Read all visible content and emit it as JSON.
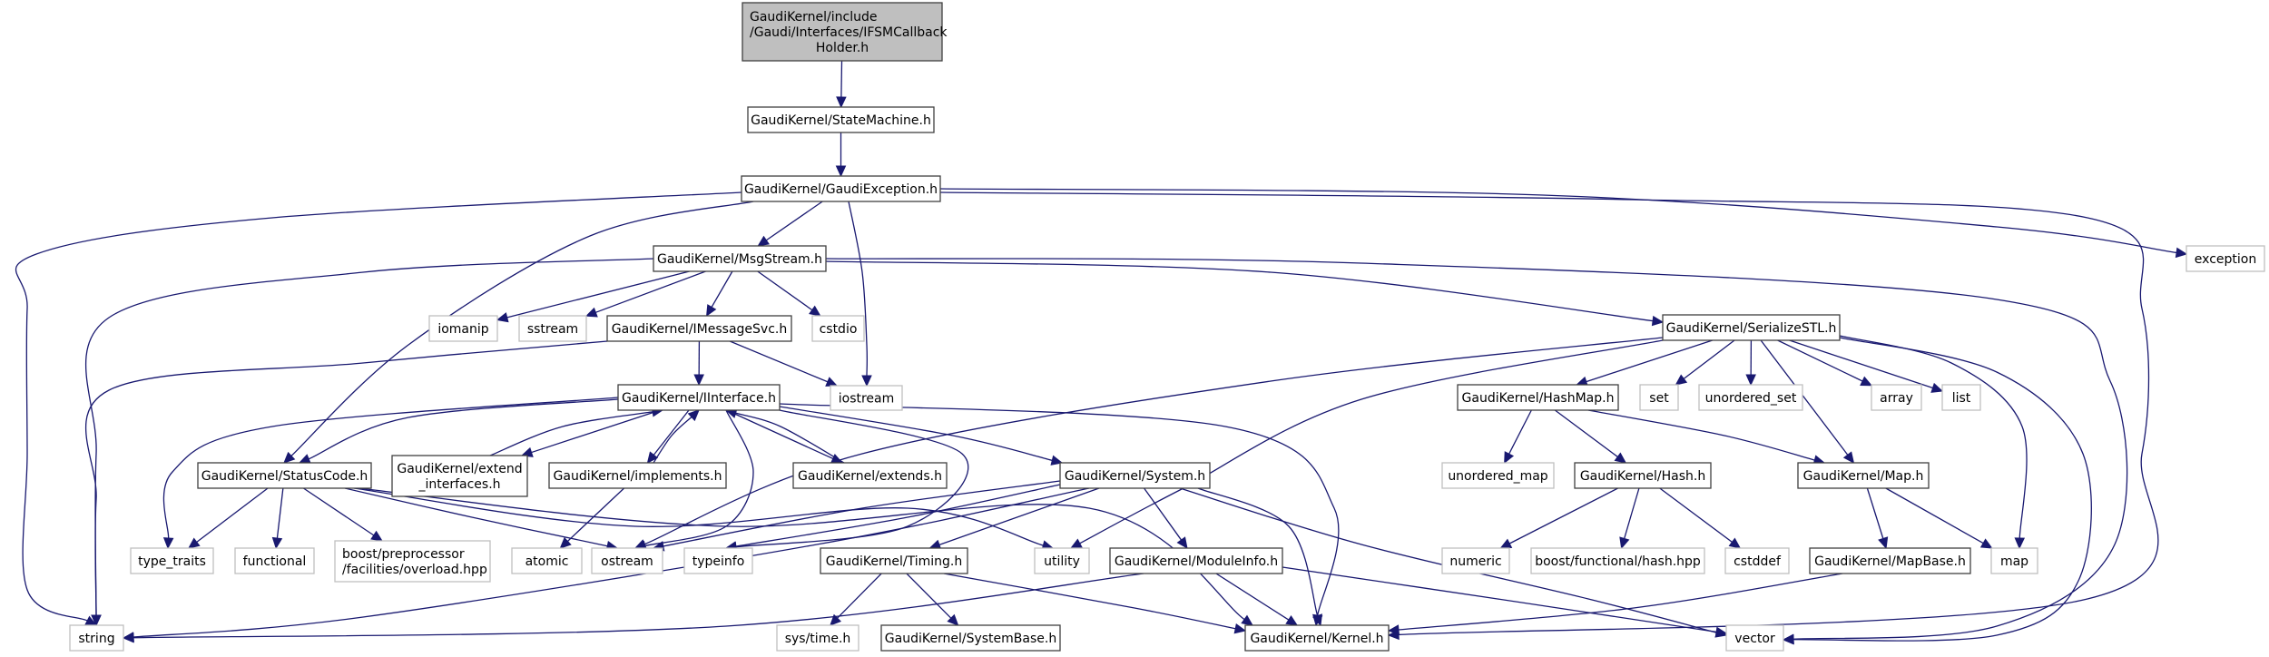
{
  "diagram": {
    "type": "include-dependency-graph",
    "colors": {
      "edge": "#191970",
      "root_fill": "#bfbfbf",
      "root_border": "#404040",
      "project_border": "#404040",
      "project_fill": "#ffffff",
      "system_border": "#bfbfbf",
      "system_fill": "#ffffff"
    },
    "nodes": [
      {
        "id": "root",
        "kind": "root",
        "lines": [
          "GaudiKernel/include",
          "/Gaudi/Interfaces/IFSMCallback",
          "Holder.h"
        ]
      },
      {
        "id": "statemachine",
        "kind": "project",
        "lines": [
          "GaudiKernel/StateMachine.h"
        ]
      },
      {
        "id": "gaudiexception",
        "kind": "project",
        "lines": [
          "GaudiKernel/GaudiException.h"
        ]
      },
      {
        "id": "exception",
        "kind": "system",
        "lines": [
          "exception"
        ]
      },
      {
        "id": "msgstream",
        "kind": "project",
        "lines": [
          "GaudiKernel/MsgStream.h"
        ]
      },
      {
        "id": "iomanip",
        "kind": "system",
        "lines": [
          "iomanip"
        ]
      },
      {
        "id": "sstream",
        "kind": "system",
        "lines": [
          "sstream"
        ]
      },
      {
        "id": "imessagesvc",
        "kind": "project",
        "lines": [
          "GaudiKernel/IMessageSvc.h"
        ]
      },
      {
        "id": "cstdio",
        "kind": "system",
        "lines": [
          "cstdio"
        ]
      },
      {
        "id": "serializestl",
        "kind": "project",
        "lines": [
          "GaudiKernel/SerializeSTL.h"
        ]
      },
      {
        "id": "iostream",
        "kind": "system",
        "lines": [
          "iostream"
        ]
      },
      {
        "id": "iinterface",
        "kind": "project",
        "lines": [
          "GaudiKernel/IInterface.h"
        ]
      },
      {
        "id": "hashmap",
        "kind": "project",
        "lines": [
          "GaudiKernel/HashMap.h"
        ]
      },
      {
        "id": "set",
        "kind": "system",
        "lines": [
          "set"
        ]
      },
      {
        "id": "unordered_set",
        "kind": "system",
        "lines": [
          "unordered_set"
        ]
      },
      {
        "id": "array",
        "kind": "system",
        "lines": [
          "array"
        ]
      },
      {
        "id": "list",
        "kind": "system",
        "lines": [
          "list"
        ]
      },
      {
        "id": "statuscode",
        "kind": "project",
        "lines": [
          "GaudiKernel/StatusCode.h"
        ]
      },
      {
        "id": "extend_interfaces",
        "kind": "project",
        "lines": [
          "GaudiKernel/extend",
          "_interfaces.h"
        ]
      },
      {
        "id": "implements",
        "kind": "project",
        "lines": [
          "GaudiKernel/implements.h"
        ]
      },
      {
        "id": "extends",
        "kind": "project",
        "lines": [
          "GaudiKernel/extends.h"
        ]
      },
      {
        "id": "system",
        "kind": "project",
        "lines": [
          "GaudiKernel/System.h"
        ]
      },
      {
        "id": "unordered_map",
        "kind": "system",
        "lines": [
          "unordered_map"
        ]
      },
      {
        "id": "hash",
        "kind": "project",
        "lines": [
          "GaudiKernel/Hash.h"
        ]
      },
      {
        "id": "map_h",
        "kind": "project",
        "lines": [
          "GaudiKernel/Map.h"
        ]
      },
      {
        "id": "type_traits",
        "kind": "system",
        "lines": [
          "type_traits"
        ]
      },
      {
        "id": "functional",
        "kind": "system",
        "lines": [
          "functional"
        ]
      },
      {
        "id": "boost_overload",
        "kind": "system",
        "lines": [
          "boost/preprocessor",
          "/facilities/overload.hpp"
        ]
      },
      {
        "id": "atomic",
        "kind": "system",
        "lines": [
          "atomic"
        ]
      },
      {
        "id": "ostream",
        "kind": "system",
        "lines": [
          "ostream"
        ]
      },
      {
        "id": "typeinfo",
        "kind": "system",
        "lines": [
          "typeinfo"
        ]
      },
      {
        "id": "timing",
        "kind": "project",
        "lines": [
          "GaudiKernel/Timing.h"
        ]
      },
      {
        "id": "utility",
        "kind": "system",
        "lines": [
          "utility"
        ]
      },
      {
        "id": "moduleinfo",
        "kind": "project",
        "lines": [
          "GaudiKernel/ModuleInfo.h"
        ]
      },
      {
        "id": "numeric",
        "kind": "system",
        "lines": [
          "numeric"
        ]
      },
      {
        "id": "boost_hash",
        "kind": "system",
        "lines": [
          "boost/functional/hash.hpp"
        ]
      },
      {
        "id": "cstddef",
        "kind": "system",
        "lines": [
          "cstddef"
        ]
      },
      {
        "id": "mapbase",
        "kind": "project",
        "lines": [
          "GaudiKernel/MapBase.h"
        ]
      },
      {
        "id": "map",
        "kind": "system",
        "lines": [
          "map"
        ]
      },
      {
        "id": "string",
        "kind": "system",
        "lines": [
          "string"
        ]
      },
      {
        "id": "sys_time",
        "kind": "system",
        "lines": [
          "sys/time.h"
        ]
      },
      {
        "id": "systembase",
        "kind": "project",
        "lines": [
          "GaudiKernel/SystemBase.h"
        ]
      },
      {
        "id": "kernel",
        "kind": "project",
        "lines": [
          "GaudiKernel/Kernel.h"
        ]
      },
      {
        "id": "vector",
        "kind": "system",
        "lines": [
          "vector"
        ]
      }
    ],
    "edges": [
      [
        "root",
        "statemachine"
      ],
      [
        "statemachine",
        "gaudiexception"
      ],
      [
        "gaudiexception",
        "msgstream"
      ],
      [
        "gaudiexception",
        "string"
      ],
      [
        "gaudiexception",
        "statuscode"
      ],
      [
        "gaudiexception",
        "iostream"
      ],
      [
        "gaudiexception",
        "exception"
      ],
      [
        "gaudiexception",
        "kernel"
      ],
      [
        "msgstream",
        "iomanip"
      ],
      [
        "msgstream",
        "sstream"
      ],
      [
        "msgstream",
        "imessagesvc"
      ],
      [
        "msgstream",
        "cstdio"
      ],
      [
        "msgstream",
        "serializestl"
      ],
      [
        "msgstream",
        "string"
      ],
      [
        "msgstream",
        "vector"
      ],
      [
        "imessagesvc",
        "iinterface"
      ],
      [
        "imessagesvc",
        "iostream"
      ],
      [
        "imessagesvc",
        "string"
      ],
      [
        "serializestl",
        "hashmap"
      ],
      [
        "serializestl",
        "set"
      ],
      [
        "serializestl",
        "unordered_set"
      ],
      [
        "serializestl",
        "array"
      ],
      [
        "serializestl",
        "list"
      ],
      [
        "serializestl",
        "map_h"
      ],
      [
        "serializestl",
        "map"
      ],
      [
        "serializestl",
        "vector"
      ],
      [
        "serializestl",
        "ostream"
      ],
      [
        "serializestl",
        "utility"
      ],
      [
        "iinterface",
        "statuscode"
      ],
      [
        "iinterface",
        "extend_interfaces"
      ],
      [
        "iinterface",
        "implements"
      ],
      [
        "iinterface",
        "extends"
      ],
      [
        "iinterface",
        "system"
      ],
      [
        "iinterface",
        "type_traits"
      ],
      [
        "iinterface",
        "ostream"
      ],
      [
        "iinterface",
        "typeinfo"
      ],
      [
        "iinterface",
        "kernel"
      ],
      [
        "extend_interfaces",
        "iinterface"
      ],
      [
        "implements",
        "iinterface"
      ],
      [
        "implements",
        "atomic"
      ],
      [
        "extends",
        "iinterface"
      ],
      [
        "statuscode",
        "type_traits"
      ],
      [
        "statuscode",
        "functional"
      ],
      [
        "statuscode",
        "boost_overload"
      ],
      [
        "statuscode",
        "ostream"
      ],
      [
        "statuscode",
        "utility"
      ],
      [
        "statuscode",
        "kernel"
      ],
      [
        "system",
        "ostream"
      ],
      [
        "system",
        "typeinfo"
      ],
      [
        "system",
        "timing"
      ],
      [
        "system",
        "moduleinfo"
      ],
      [
        "system",
        "kernel"
      ],
      [
        "system",
        "string"
      ],
      [
        "system",
        "vector"
      ],
      [
        "hashmap",
        "unordered_map"
      ],
      [
        "hashmap",
        "hash"
      ],
      [
        "hashmap",
        "map_h"
      ],
      [
        "hash",
        "numeric"
      ],
      [
        "hash",
        "boost_hash"
      ],
      [
        "hash",
        "cstddef"
      ],
      [
        "map_h",
        "mapbase"
      ],
      [
        "map_h",
        "map"
      ],
      [
        "mapbase",
        "kernel"
      ],
      [
        "timing",
        "sys_time"
      ],
      [
        "timing",
        "systembase"
      ],
      [
        "timing",
        "kernel"
      ],
      [
        "moduleinfo",
        "kernel"
      ],
      [
        "moduleinfo",
        "string"
      ],
      [
        "moduleinfo",
        "vector"
      ]
    ]
  }
}
